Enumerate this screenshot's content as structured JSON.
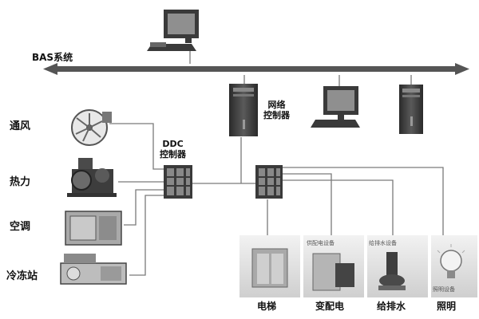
{
  "bus_label": "BAS系统",
  "network_controller": {
    "line1": "网络",
    "line2": "控制器"
  },
  "ddc_controller": {
    "line1": "DDC",
    "line2": "控制器"
  },
  "subsystems_left": [
    {
      "label": "通风",
      "icon": "fan-icon"
    },
    {
      "label": "热力",
      "icon": "pump-icon"
    },
    {
      "label": "空调",
      "icon": "air-handler-icon"
    },
    {
      "label": "冷冻站",
      "icon": "chiller-icon"
    }
  ],
  "subsystems_bottom": [
    {
      "label": "电梯",
      "icon": "elevator-icon"
    },
    {
      "label": "变配电",
      "icon": "switchgear-icon",
      "tag": "供配电设备"
    },
    {
      "label": "给排水",
      "icon": "water-pump-icon",
      "tag": "给排水设备"
    },
    {
      "label": "照明",
      "icon": "lightbulb-icon",
      "tag": "照明设备"
    }
  ],
  "colors": {
    "line": "#7a7a7a",
    "bus": "#555555",
    "device": "#3a3a3a",
    "photo_bg": "#d9d9d9"
  }
}
